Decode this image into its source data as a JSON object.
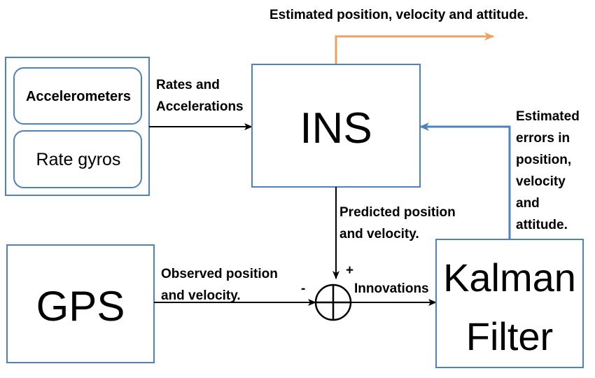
{
  "title": "Estimated position, velocity and attitude.",
  "sensors": {
    "accelerometers": "Accelerometers",
    "rate_gyros": "Rate gyros"
  },
  "rates_label": [
    "Rates and",
    "Accelerations"
  ],
  "ins": "INS",
  "gps": "GPS",
  "kalman": [
    "Kalman",
    "Filter"
  ],
  "predicted_label": [
    "Predicted position",
    "and velocity."
  ],
  "observed_label": [
    "Observed position",
    "and velocity."
  ],
  "innovations": "Innovations",
  "plus": "+",
  "minus": "-",
  "errors_label": [
    "Estimated",
    "errors in",
    "position,",
    "velocity",
    "and",
    "attitude."
  ],
  "colors": {
    "box_border": "#4f81bd",
    "output_arrow": "#f0a060",
    "feedback_arrow": "#4f81bd"
  }
}
